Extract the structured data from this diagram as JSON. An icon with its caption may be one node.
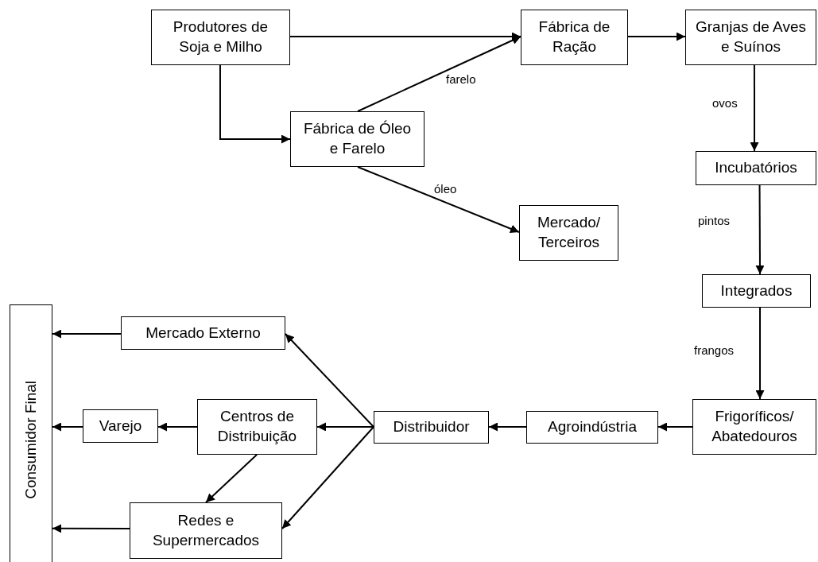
{
  "diagram": {
    "nodes": [
      {
        "text": [
          "Produtores de Soja e Milho"
        ]
      },
      {
        "text": [
          "Fábrica de Ração"
        ]
      },
      {
        "text": [
          "Granjas de Aves e Suínos"
        ]
      },
      {
        "text": [
          "Fábrica de Óleo e Farelo"
        ]
      },
      {
        "text": [
          "Mercado/ Terceiros"
        ]
      },
      {
        "text": [
          "Incubatórios"
        ]
      },
      {
        "text": [
          "Integrados"
        ]
      },
      {
        "text": [
          "Frigoríficos/ Abatedouros"
        ]
      },
      {
        "text": [
          "Agroindústria"
        ]
      },
      {
        "text": [
          "Distribuidor"
        ]
      },
      {
        "text": [
          "Centros de Distribuição"
        ]
      },
      {
        "text": [
          "Varejo"
        ]
      },
      {
        "text": [
          "Mercado Externo"
        ]
      },
      {
        "text": [
          "Redes e Supermercados"
        ]
      },
      {
        "text": [
          "Consumidor Final"
        ]
      }
    ],
    "edges": [
      {
        "from": 0,
        "to": 1,
        "arrow": "to"
      },
      {
        "from": 0,
        "to": 3,
        "arrow": "to"
      },
      {
        "from": 3,
        "to": 1,
        "arrow": "to",
        "label": "farelo"
      },
      {
        "from": 3,
        "to": 4,
        "arrow": "to",
        "label": "óleo"
      },
      {
        "from": 1,
        "to": 2,
        "arrow": "to"
      },
      {
        "from": 2,
        "to": 5,
        "arrow": "to",
        "label": "ovos"
      },
      {
        "from": 5,
        "to": 6,
        "arrow": "to",
        "label": "pintos"
      },
      {
        "from": 6,
        "to": 7,
        "arrow": "to",
        "label": "frangos"
      },
      {
        "from": 7,
        "to": 8,
        "arrow": "to"
      },
      {
        "from": 8,
        "to": 9,
        "arrow": "to"
      },
      {
        "from": 9,
        "to": 12,
        "arrow": "to"
      },
      {
        "from": 9,
        "to": 10,
        "arrow": "to"
      },
      {
        "from": 9,
        "to": 13,
        "arrow": "to"
      },
      {
        "from": 10,
        "to": 11,
        "arrow": "to"
      },
      {
        "from": 10,
        "to": 13,
        "arrow": "to"
      },
      {
        "from": 12,
        "to": 14,
        "arrow": "to"
      },
      {
        "from": 11,
        "to": 14,
        "arrow": "to"
      },
      {
        "from": 13,
        "to": 14,
        "arrow": "to"
      }
    ]
  }
}
